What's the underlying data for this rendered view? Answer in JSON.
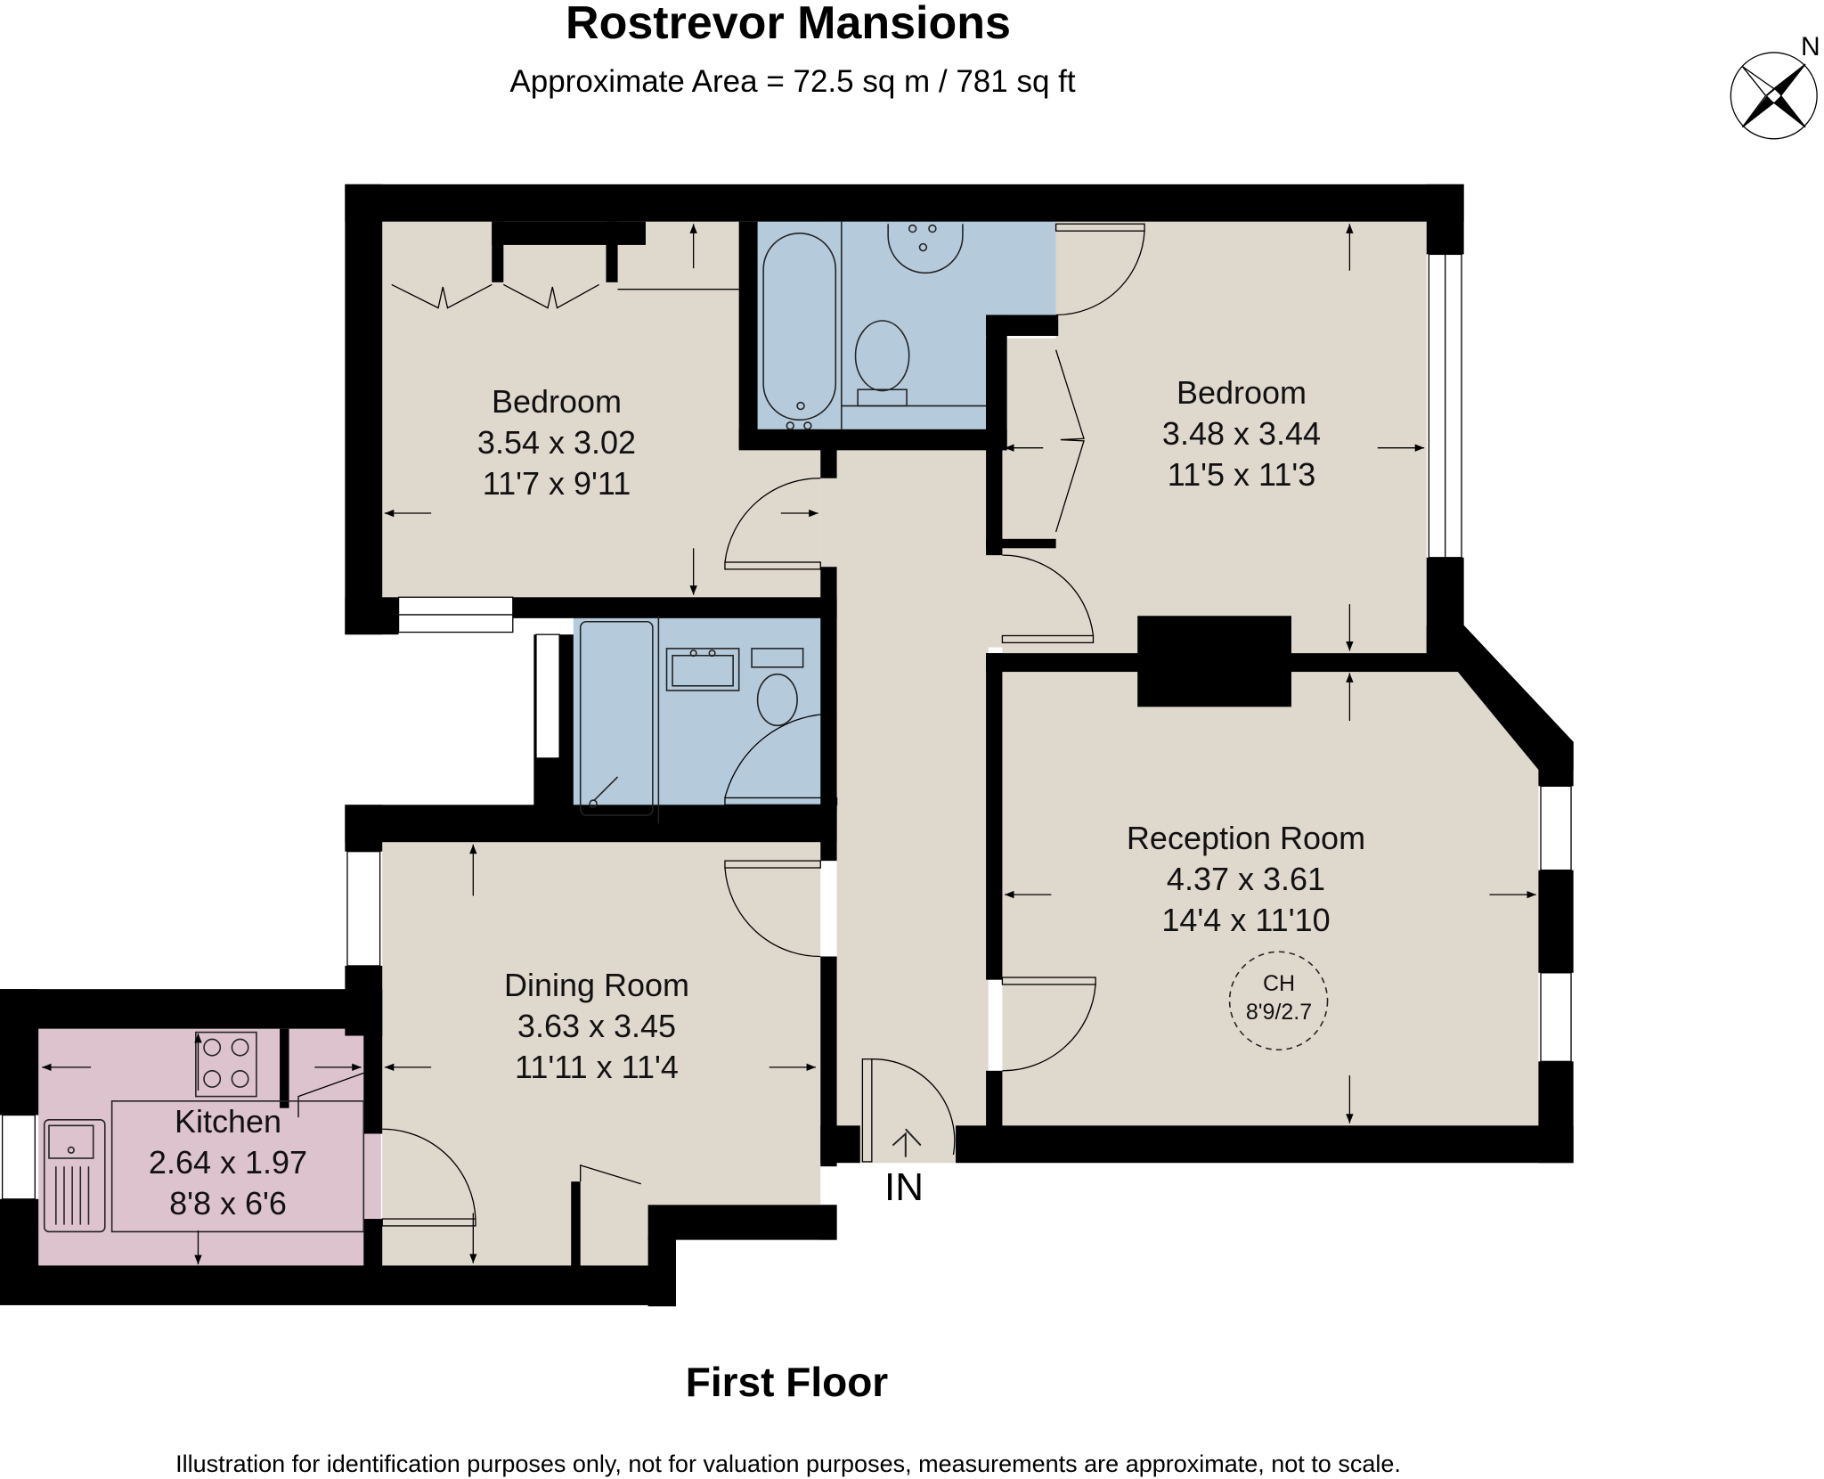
{
  "header": {
    "title": "Rostrevor Mansions",
    "area": "Approximate Area = 72.5 sq m / 781 sq ft"
  },
  "compass": {
    "label": "N",
    "icon": "compass-rose-icon"
  },
  "floor": {
    "name": "First Floor",
    "entrance_label": "IN"
  },
  "rooms": [
    {
      "name": "Bedroom",
      "metric": "3.54 x 3.02",
      "imperial": "11'7 x 9'11",
      "fill": "#dfd8cd"
    },
    {
      "name": "Bedroom",
      "metric": "3.48 x 3.44",
      "imperial": "11'5 x 11'3",
      "fill": "#dfd8cd"
    },
    {
      "name": "Reception Room",
      "metric": "4.37 x 3.61",
      "imperial": "14'4 x 11'10",
      "fill": "#dfd8cd"
    },
    {
      "name": "Dining Room",
      "metric": "3.63 x 3.45",
      "imperial": "11'11 x 11'4",
      "fill": "#dfd8cd"
    },
    {
      "name": "Kitchen",
      "metric": "2.64 x 1.97",
      "imperial": "8'8 x 6'6",
      "fill": "#dcc3ce"
    }
  ],
  "ceiling_height": {
    "label": "CH",
    "value": "8'9/2.7"
  },
  "colors": {
    "wall": "#000000",
    "room": "#dfd8cd",
    "bathroom": "#b5cadb",
    "kitchen": "#dcc3ce"
  },
  "footer": {
    "disclaimer": "Illustration for identification purposes only, not for valuation purposes, measurements are approximate, not to scale."
  }
}
